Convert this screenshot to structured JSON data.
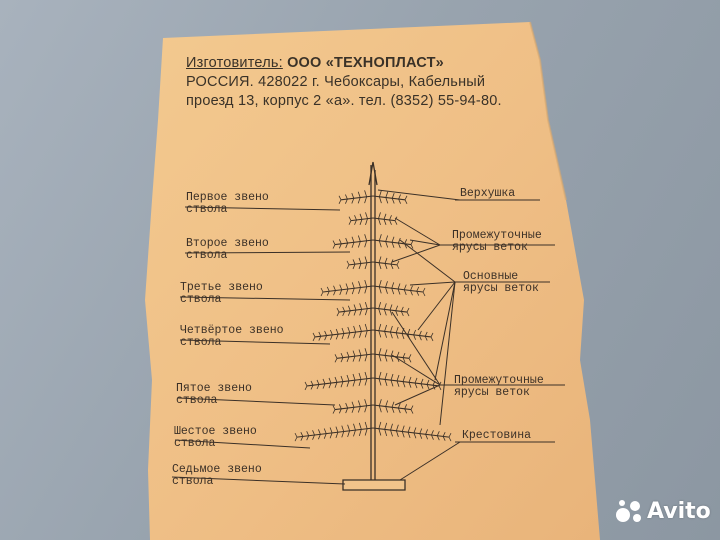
{
  "header": {
    "line1_prefix": "Изготовитель:",
    "line1_company": "ООО «ТЕХНОПЛАСТ»",
    "line2": "РОССИЯ. 428022 г. Чебоксары, Кабельный",
    "line3": "проезд 13, корпус 2 «а». тел. (8352) 55-94-80."
  },
  "left_labels": [
    {
      "line1": "Первое звено",
      "line2": "ствола"
    },
    {
      "line1": "Второе звено",
      "line2": "ствола"
    },
    {
      "line1": "Третье звено",
      "line2": "ствола"
    },
    {
      "line1": "Четвёртое звено",
      "line2": "ствола"
    },
    {
      "line1": "Пятое звено",
      "line2": "ствола"
    },
    {
      "line1": "Шестое звено",
      "line2": "ствола"
    },
    {
      "line1": "Седьмое звено",
      "line2": "ствола"
    }
  ],
  "right_labels": [
    {
      "line1": "Верхушка",
      "line2": ""
    },
    {
      "line1": "Промежуточные",
      "line2": "ярусы веток"
    },
    {
      "line1": "Основные",
      "line2": "ярусы веток"
    },
    {
      "line1": "Промежуточные",
      "line2": "ярусы веток"
    },
    {
      "line1": "Крестовина",
      "line2": ""
    }
  ],
  "watermark": {
    "text": "Avito",
    "icon": "avito-logo-icon"
  },
  "colors": {
    "paper": "#efc08a",
    "ink": "#3b3027",
    "background": "#98a3ae"
  }
}
